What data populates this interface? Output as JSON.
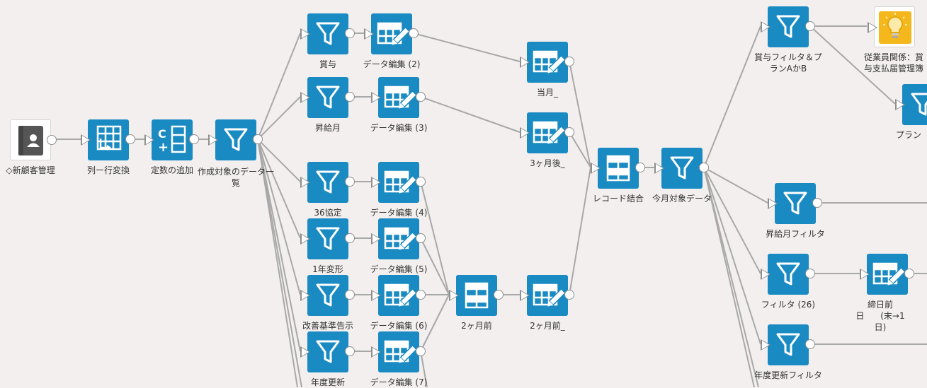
{
  "nodes": {
    "n_source": {
      "label": "◇新顧客管理",
      "icon": "contact-book-icon"
    },
    "n_col2row": {
      "label": "列ー行変換",
      "icon": "pivot-table-icon"
    },
    "n_const": {
      "label": "定数の追加",
      "icon": "add-constant-icon"
    },
    "n_list": {
      "label": "作成対象のデータ一覧",
      "icon": "filter-icon"
    },
    "n_f_bonus": {
      "label": "賞与",
      "icon": "filter-icon"
    },
    "n_e2": {
      "label": "データ編集 (2)",
      "icon": "table-edit-icon"
    },
    "n_f_raise": {
      "label": "昇給月",
      "icon": "filter-icon"
    },
    "n_e3": {
      "label": "データ編集 (3)",
      "icon": "table-edit-icon"
    },
    "n_f_36": {
      "label": "36協定",
      "icon": "filter-icon"
    },
    "n_e4": {
      "label": "データ編集 (4)",
      "icon": "table-edit-icon"
    },
    "n_f_1y": {
      "label": "1年変形",
      "icon": "filter-icon"
    },
    "n_e5": {
      "label": "データ編集 (5)",
      "icon": "table-edit-icon"
    },
    "n_f_kaizen": {
      "label": "改善基準告示",
      "icon": "filter-icon"
    },
    "n_e6": {
      "label": "データ編集 (6)",
      "icon": "table-edit-icon"
    },
    "n_f_nendo": {
      "label": "年度更新",
      "icon": "filter-icon"
    },
    "n_e7": {
      "label": "データ編集 (7)",
      "icon": "table-edit-icon"
    },
    "n_cur": {
      "label": "当月_",
      "icon": "table-edit-icon"
    },
    "n_3m": {
      "label": "3ヶ月後_",
      "icon": "table-edit-icon"
    },
    "n_2m_merge": {
      "label": "2ヶ月前",
      "icon": "record-merge-icon"
    },
    "n_2m": {
      "label": "2ヶ月前_",
      "icon": "table-edit-icon"
    },
    "n_join": {
      "label": "レコード結合",
      "icon": "record-merge-icon"
    },
    "n_month": {
      "label": "今月対象データ",
      "icon": "filter-icon"
    },
    "n_f_bonusAB": {
      "label": "賞与フィルタ＆プランAかB",
      "icon": "filter-icon"
    },
    "n_out_emp": {
      "label": "従業員関係：賞与支払届管理簿",
      "icon": "lightbulb-icon"
    },
    "n_plan": {
      "label": "プラン",
      "icon": "filter-icon"
    },
    "n_f_raise2": {
      "label": "昇給月フィルタ",
      "icon": "filter-icon"
    },
    "n_f26": {
      "label": "フィルタ (26)",
      "icon": "filter-icon"
    },
    "n_close": {
      "label": "締日前日      (末→1日)",
      "icon": "table-edit-icon"
    },
    "n_f_nendo2": {
      "label": "年度更新フィルタ",
      "icon": "filter-icon"
    }
  },
  "colors": {
    "node": "#1a8ac2",
    "edge": "#a8a8a8",
    "port": "#8f8f8f",
    "bulb_bg": "#f4b81d",
    "source_icon": "#555555"
  }
}
